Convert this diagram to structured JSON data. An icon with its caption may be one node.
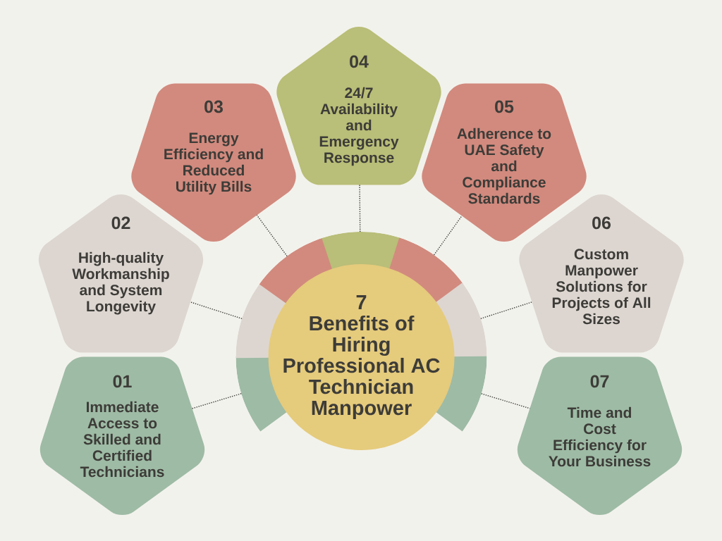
{
  "diagram": {
    "nodes": [
      {
        "text": [
          "7 Benefits of Hiring Professional AC Technician Manpower"
        ]
      },
      {
        "text": [
          "01",
          "Immediate Access to Skilled and Certified Technicians"
        ]
      },
      {
        "text": [
          "02",
          "High-quality Workmanship and System Longevity"
        ]
      },
      {
        "text": [
          "03",
          "Energy Efficiency and Reduced Utility Bills"
        ]
      },
      {
        "text": [
          "04",
          "24/7 Availability and Emergency Response"
        ]
      },
      {
        "text": [
          "05",
          "Adherence to UAE Safety and Compliance Standards"
        ]
      },
      {
        "text": [
          "06",
          "Custom Manpower Solutions for Projects of All Sizes"
        ]
      },
      {
        "text": [
          "07",
          "Time and Cost Efficiency for Your Business"
        ]
      }
    ],
    "edges": [
      {
        "from": 0,
        "to": 1,
        "arrow": "none"
      },
      {
        "from": 0,
        "to": 2,
        "arrow": "none"
      },
      {
        "from": 0,
        "to": 3,
        "arrow": "none"
      },
      {
        "from": 0,
        "to": 4,
        "arrow": "none"
      },
      {
        "from": 0,
        "to": 5,
        "arrow": "none"
      },
      {
        "from": 0,
        "to": 6,
        "arrow": "none"
      },
      {
        "from": 0,
        "to": 7,
        "arrow": "none"
      }
    ]
  }
}
